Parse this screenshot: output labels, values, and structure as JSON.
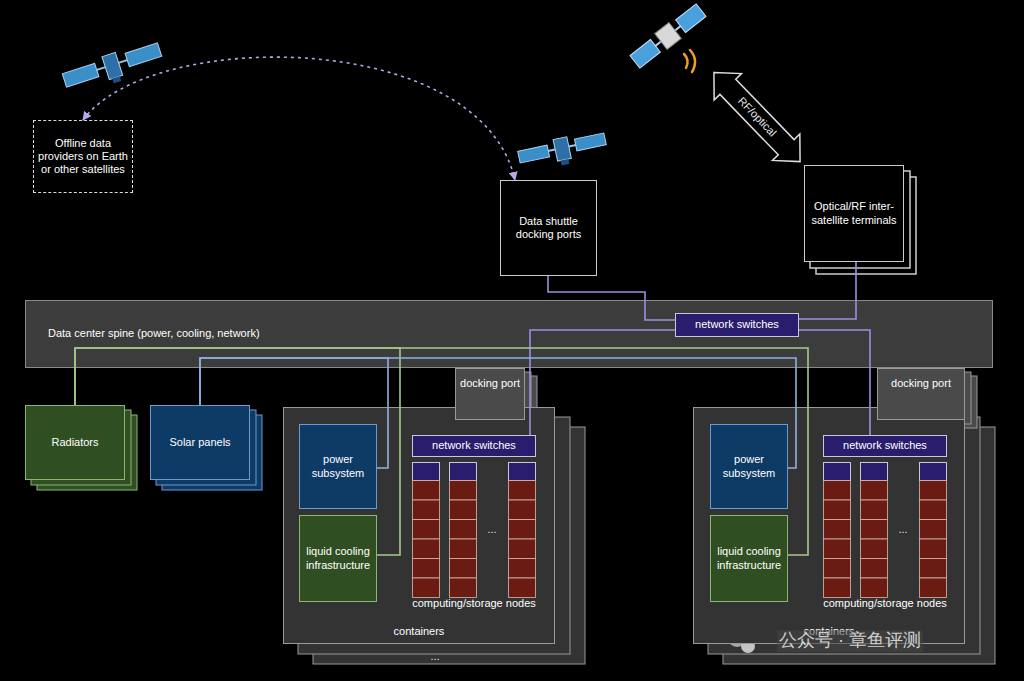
{
  "diagram": {
    "nodes": [
      {
        "text": [
          "Offline data providers on Earth or other satellites"
        ]
      },
      {
        "text": [
          "Data shuttle docking ports"
        ]
      },
      {
        "text": [
          "Optical/RF inter-satellite terminals"
        ]
      },
      {
        "text": [
          "Data center spine (power, cooling, network)"
        ]
      },
      {
        "text": [
          "network switches"
        ],
        "in": 3
      },
      {
        "text": [
          "Radiators"
        ]
      },
      {
        "text": [
          "Solar panels"
        ]
      },
      {
        "text": [
          "containers"
        ]
      },
      {
        "text": [
          "docking port"
        ]
      },
      {
        "text": [
          "power subsystem"
        ],
        "in": 7
      },
      {
        "text": [
          "liquid cooling infrastructure"
        ],
        "in": 7
      },
      {
        "text": [
          "network switches"
        ],
        "in": 7
      },
      {
        "text": [
          "computing/storage nodes"
        ],
        "in": 7
      },
      {
        "text": [
          "containers"
        ]
      },
      {
        "text": [
          "docking port"
        ]
      },
      {
        "text": [
          "power subsystem"
        ],
        "in": 13
      },
      {
        "text": [
          "liquid cooling infrastructure"
        ],
        "in": 13
      },
      {
        "text": [
          "network switches"
        ],
        "in": 13
      },
      {
        "text": [
          "computing/storage nodes"
        ],
        "in": 13
      }
    ],
    "edges": [
      {
        "from": 0,
        "to": 1,
        "arrow": "both"
      },
      {
        "from": 1,
        "to": 4,
        "arrow": "none"
      },
      {
        "from": 2,
        "to": 4,
        "arrow": "none"
      },
      {
        "from": 4,
        "to": 11,
        "arrow": "none"
      },
      {
        "from": 4,
        "to": 17,
        "arrow": "none"
      },
      {
        "from": 5,
        "to": 10,
        "arrow": "none"
      },
      {
        "from": 5,
        "to": 16,
        "arrow": "none"
      },
      {
        "from": 6,
        "to": 9,
        "arrow": "none"
      },
      {
        "from": 6,
        "to": 15,
        "arrow": "none"
      }
    ],
    "labels": [
      "RF/optical",
      "...",
      "...",
      "...",
      "公众号 · 章鱼评测"
    ]
  }
}
